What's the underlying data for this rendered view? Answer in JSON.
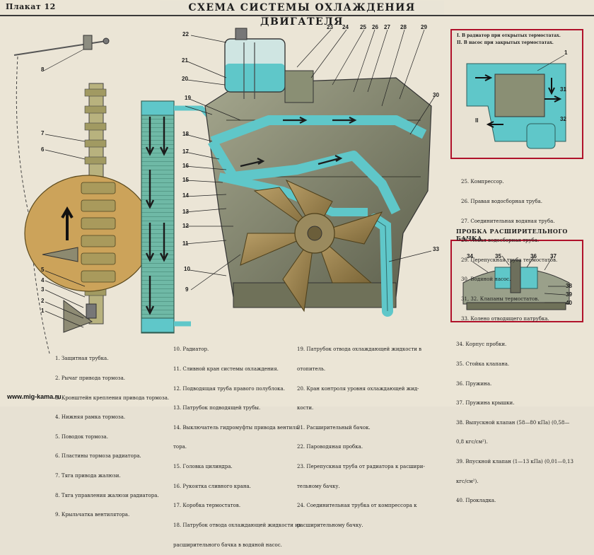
{
  "header": {
    "plate": "Плакат 12",
    "title": "СХЕМА СИСТЕМЫ ОХЛАЖДЕНИЯ ДВИГАТЕЛЯ"
  },
  "callouts": [
    "1",
    "2",
    "3",
    "4",
    "5",
    "6",
    "7",
    "8",
    "9",
    "10",
    "11",
    "12",
    "13",
    "14",
    "15",
    "16",
    "17",
    "18",
    "19",
    "20",
    "21",
    "22",
    "23",
    "24",
    "25",
    "26",
    "27",
    "28",
    "29",
    "30",
    "31",
    "32",
    "33",
    "34",
    "35",
    "36",
    "37",
    "38",
    "39",
    "40",
    "II"
  ],
  "inset_thermostat": {
    "caption_1": "I. В радиатор при открытых термостатах.",
    "caption_2": "II. В насос при закрытых термостатах."
  },
  "legend_right": [
    "25. Компрессор.",
    "26. Правая водосборная труба.",
    "27. Соединительная водяная труба.",
    "28. Левая водосборная труба.",
    "29. Перепускная труба термостатов.",
    "30. Водяной насос.",
    "31, 32. Клапаны термостатов.",
    "33. Колено отводящего патрубка."
  ],
  "inset_cap_title": "ПРОБКА РАСШИРИТЕЛЬНОГО БАЧКА",
  "legend_col1": [
    "1. Защитная трубка.",
    "2. Рычаг привода тормоза.",
    "3. Кронштейн крепления привода тормоза.",
    "4. Нижняя рамка тормоза.",
    "5. Поводок тормоза.",
    "6. Пластины тормоза радиатора.",
    "7. Тяга привода жалюзи.",
    "8. Тяга управления жалюзи радиатора.",
    "9. Крыльчатка вентилятора."
  ],
  "legend_col2": [
    "10. Радиатор.",
    "11. Сливной кран системы охлаждения.",
    "12. Подводящая труба правого полублока.",
    "13. Патрубок подводящей трубы.",
    "14. Выключатель гидромуфты привода вентиля-",
    "      тора.",
    "15. Головка цилиндра.",
    "16. Рукоятка сливного крана.",
    "17. Коробка термостатов.",
    "18. Патрубок отвода охлаждающей жидкости из",
    "      расширительного бачка в водяной насос."
  ],
  "legend_col3": [
    "19. Патрубок отвода охлаждающей жидкости в",
    "      отопитель.",
    "20. Кран контроля уровня охлаждающей жид-",
    "      кости.",
    "21. Расширительный бачок.",
    "22. Пароводяная пробка.",
    "23. Перепускная труба от радиатора к расшири-",
    "      тельному бачку.",
    "24. Соединительная трубка от компрессора к",
    "      расширительному бачку."
  ],
  "legend_col4": [
    "34. Корпус пробки.",
    "35. Стойка клапана.",
    "36. Пружина.",
    "37. Пружина крышки.",
    "38. Выпускной  клапан  (58—80  кПа)  (0,58—",
    "      0,8 кгс/см²).",
    "39. Впускной  клапан  (1—13  кПа)  (0,01—0,13",
    "      кгс/см²).",
    "40. Прокладка."
  ],
  "footer": {
    "site": "www.mig-kama.ru"
  },
  "colors": {
    "coolant": "#5fc7c9",
    "metal": "#8a8f74",
    "inset_border": "#b0122b",
    "paper": "#ebe5d6"
  }
}
